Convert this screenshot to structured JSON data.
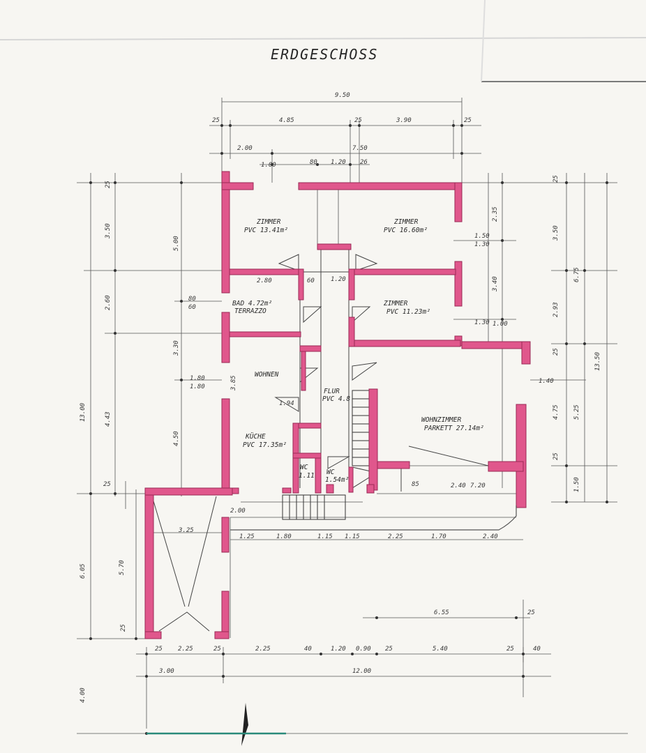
{
  "plan": {
    "title": "ERDGESCHOSS",
    "wall_color": "#e0578c",
    "line_color": "#4a4a4a",
    "rooms": [
      {
        "name": "ZIMMER",
        "detail": "PVC 13.41m²"
      },
      {
        "name": "ZIMMER",
        "detail": "PVC 16.60m²"
      },
      {
        "name": "ZIMMER",
        "detail": "PVC 11.23m²"
      },
      {
        "name": "BAD 4.72m²",
        "detail": "TERRAZZO"
      },
      {
        "name": "WOHNEN",
        "detail": ""
      },
      {
        "name": "KÜCHE",
        "detail": "PVC 17.35m²"
      },
      {
        "name": "FLUR",
        "detail": "PVC 4.8"
      },
      {
        "name": "WOHNZIMMER",
        "detail": "PARKETT 27.14m²"
      },
      {
        "name": "WC",
        "detail": "1.54m²"
      },
      {
        "name": "WC",
        "detail": "1.11"
      }
    ],
    "dims_top": {
      "overall": "9.50",
      "row1": [
        "25",
        "4.85",
        "25",
        "3.90",
        "25"
      ],
      "row2": [
        "2.00",
        "7.50"
      ],
      "row3": [
        "1.00",
        "80",
        "1.20",
        "26"
      ]
    },
    "dims_left": {
      "overall": "13.00",
      "segments": [
        "25",
        "3.50",
        "5.00",
        "2.60",
        "3.30",
        "4.43",
        "4.50",
        "6.05",
        "5.70",
        "25",
        "4.00"
      ]
    },
    "dims_right": {
      "overall": "13.50",
      "segments": [
        "25",
        "2.35",
        "3.50",
        "6.75",
        "3.40",
        "2.93",
        "25",
        "4.75",
        "5.25",
        "25",
        "1.50"
      ]
    },
    "dims_bottom": {
      "row1": [
        "25",
        "2.25",
        "25",
        "2.25",
        "40",
        "1.20",
        "0.90",
        "25",
        "5.40",
        "25",
        "40"
      ],
      "row2": [
        "3.00",
        "12.00"
      ],
      "inner": [
        "3.25",
        "1.25",
        "1.80",
        "1.15",
        "1.15",
        "2.25",
        "1.70",
        "2.40",
        "6.55",
        "25"
      ]
    },
    "misc_labels": [
      "1.50",
      "1.30",
      "1.40",
      "1.80",
      "1.00",
      "2.80",
      "60",
      "1.20",
      "80",
      "60",
      "1.80",
      "1.30",
      "3.85",
      "25",
      "2.00",
      "2.40",
      "7.20",
      "85",
      "1.94"
    ]
  }
}
